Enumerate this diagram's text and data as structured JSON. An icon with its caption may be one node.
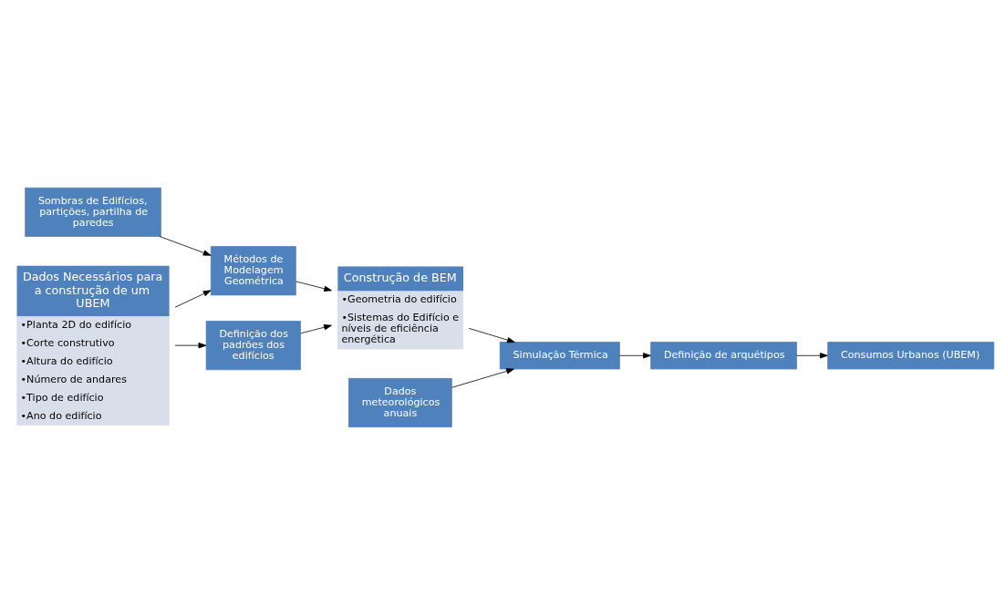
{
  "diagram": {
    "nodes": [
      {
        "text": [
          "Dados Necessários para a construção de um UBEM",
          "•Planta 2D do edifício",
          "•Corte construtivo",
          "•Altura do edifício",
          "•Número de andares",
          "•Tipo de edifício",
          "•Ano do edifício"
        ]
      },
      {
        "text": [
          "Sombras de Edifícios, partições, partilha de paredes"
        ]
      },
      {
        "text": [
          "Métodos de Modelagem Geométrica"
        ]
      },
      {
        "text": [
          "Definição dos padrões dos edifícios"
        ]
      },
      {
        "text": [
          "Construção de BEM",
          "•Geometria do edifício",
          "•Sistemas do Edifício e níveis de eficiência energética"
        ]
      },
      {
        "text": [
          "Dados meteorológicos anuais"
        ]
      },
      {
        "text": [
          "Simulação Térmica"
        ]
      },
      {
        "text": [
          "Definição de arquétipos"
        ]
      },
      {
        "text": [
          "Consumos Urbanos (UBEM)"
        ]
      }
    ],
    "edges": [
      {
        "from": 1,
        "to": 2,
        "arrow": "to"
      },
      {
        "from": 0,
        "to": 2,
        "arrow": "to"
      },
      {
        "from": 0,
        "to": 3,
        "arrow": "to"
      },
      {
        "from": 2,
        "to": 4,
        "arrow": "to"
      },
      {
        "from": 3,
        "to": 4,
        "arrow": "to"
      },
      {
        "from": 5,
        "to": 6,
        "arrow": "to"
      },
      {
        "from": 4,
        "to": 6,
        "arrow": "to"
      },
      {
        "from": 6,
        "to": 7,
        "arrow": "to"
      },
      {
        "from": 7,
        "to": 8,
        "arrow": "to"
      }
    ]
  }
}
